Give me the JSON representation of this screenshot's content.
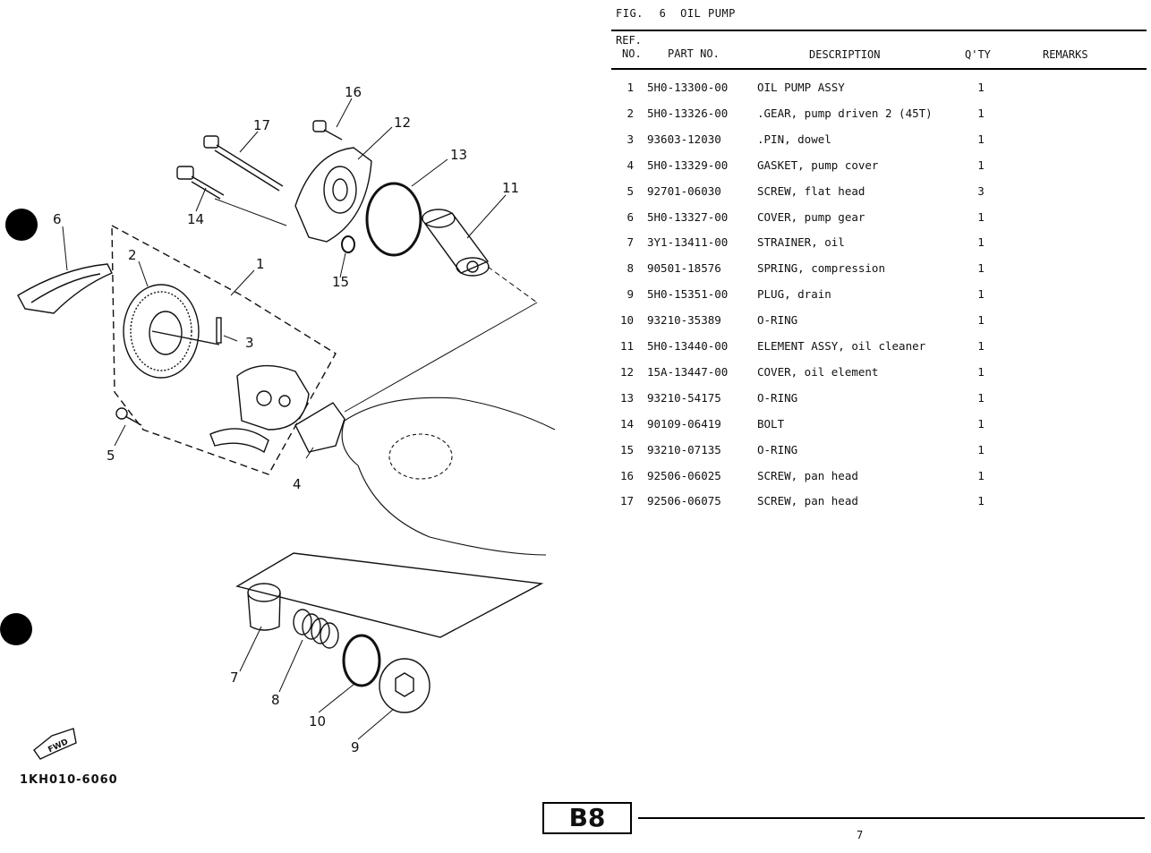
{
  "figure": {
    "label": "FIG.",
    "number": "6",
    "title": "OIL PUMP"
  },
  "table": {
    "headers": {
      "ref_line1": "REF.",
      "ref_line2": "NO.",
      "part_no": "PART NO.",
      "description": "DESCRIPTION",
      "qty": "Q'TY",
      "remarks": "REMARKS"
    },
    "rows": [
      {
        "ref": "1",
        "part_no": "5H0-13300-00",
        "description": "OIL PUMP ASSY",
        "qty": "1"
      },
      {
        "ref": "2",
        "part_no": "5H0-13326-00",
        "description": ".GEAR, pump driven 2 (45T)",
        "qty": "1"
      },
      {
        "ref": "3",
        "part_no": "93603-12030",
        "description": ".PIN, dowel",
        "qty": "1"
      },
      {
        "ref": "4",
        "part_no": "5H0-13329-00",
        "description": "GASKET, pump cover",
        "qty": "1"
      },
      {
        "ref": "5",
        "part_no": "92701-06030",
        "description": "SCREW, flat head",
        "qty": "3"
      },
      {
        "ref": "6",
        "part_no": "5H0-13327-00",
        "description": "COVER, pump gear",
        "qty": "1"
      },
      {
        "ref": "7",
        "part_no": "3Y1-13411-00",
        "description": "STRAINER, oil",
        "qty": "1"
      },
      {
        "ref": "8",
        "part_no": "90501-18576",
        "description": "SPRING, compression",
        "qty": "1"
      },
      {
        "ref": "9",
        "part_no": "5H0-15351-00",
        "description": "PLUG, drain",
        "qty": "1"
      },
      {
        "ref": "10",
        "part_no": "93210-35389",
        "description": "O-RING",
        "qty": "1"
      },
      {
        "ref": "11",
        "part_no": "5H0-13440-00",
        "description": "ELEMENT ASSY, oil cleaner",
        "qty": "1"
      },
      {
        "ref": "12",
        "part_no": "15A-13447-00",
        "description": "COVER, oil element",
        "qty": "1"
      },
      {
        "ref": "13",
        "part_no": "93210-54175",
        "description": "O-RING",
        "qty": "1"
      },
      {
        "ref": "14",
        "part_no": "90109-06419",
        "description": "BOLT",
        "qty": "1"
      },
      {
        "ref": "15",
        "part_no": "93210-07135",
        "description": "O-RING",
        "qty": "1"
      },
      {
        "ref": "16",
        "part_no": "92506-06025",
        "description": "SCREW, pan head",
        "qty": "1"
      },
      {
        "ref": "17",
        "part_no": "92506-06075",
        "description": "SCREW, pan head",
        "qty": "1"
      }
    ]
  },
  "diagram": {
    "callouts": [
      "1",
      "2",
      "3",
      "4",
      "5",
      "6",
      "7",
      "8",
      "9",
      "10",
      "11",
      "12",
      "13",
      "14",
      "15",
      "16",
      "17"
    ],
    "fwd_label": "FWD",
    "code": "1KH010-6060"
  },
  "footer": {
    "section": "B8",
    "page": "7"
  }
}
